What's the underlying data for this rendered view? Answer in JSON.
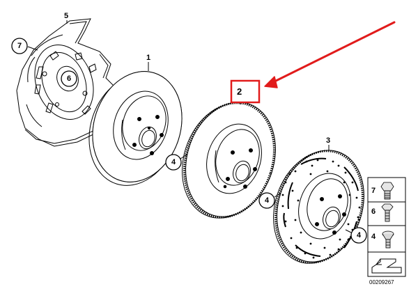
{
  "diagram": {
    "parts": [
      {
        "id": "1",
        "label": "1"
      },
      {
        "id": "2",
        "label": "2"
      },
      {
        "id": "3",
        "label": "3"
      },
      {
        "id": "5",
        "label": "5"
      }
    ],
    "callouts": [
      {
        "label": "7"
      },
      {
        "label": "6"
      },
      {
        "label": "4"
      },
      {
        "label": "4"
      },
      {
        "label": "4"
      }
    ],
    "legend": {
      "items": [
        {
          "label": "7"
        },
        {
          "label": "6"
        },
        {
          "label": "4"
        }
      ]
    },
    "document_number": "00209267",
    "highlight": {
      "target": "2",
      "box_color": "#e11b1b",
      "arrow_color": "#e11b1b"
    }
  }
}
